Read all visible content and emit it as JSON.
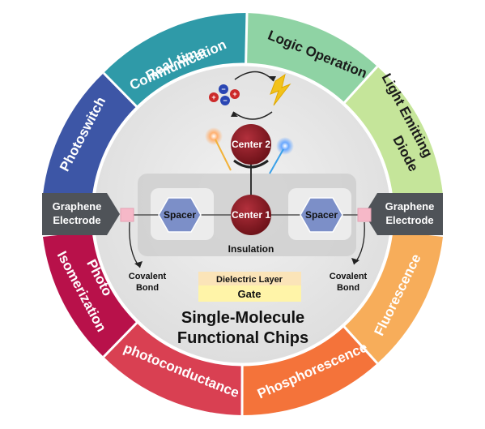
{
  "ring": {
    "top_left": "Real-time",
    "top_left_2": "Communication",
    "top_right": "Logic Operation",
    "right_top_1": "Light Emitting",
    "right_top_2": "Diode",
    "right_bottom": "Fluorescence",
    "bottom_right": "Phosphorescence",
    "bottom_left": "photoconductance",
    "left_bottom_1": "Photo",
    "left_bottom_2": "Isomerization",
    "left_top": "Photoswitch"
  },
  "electrodes": {
    "left_1": "Graphene",
    "left_2": "Electrode",
    "right_1": "Graphene",
    "right_2": "Electrode"
  },
  "center": {
    "center1": "Center 1",
    "center2": "Center 2",
    "spacer_left": "Spacer",
    "spacer_right": "Spacer",
    "insulation": "Insulation",
    "covalent_left_1": "Covalent",
    "covalent_left_2": "Bond",
    "covalent_right_1": "Covalent",
    "covalent_right_2": "Bond",
    "dielectric": "Dielectric Layer",
    "gate": "Gate",
    "title_1": "Single-Molecule",
    "title_2": "Functional Chips"
  },
  "colors": {
    "real_time": "#2f9aa8",
    "logic": "#8fd3a4",
    "led": "#c5e59a",
    "fluorescence": "#f7ad5a",
    "phosphorescence": "#f4733a",
    "photoconductance": "#d94052",
    "photo_isomerization": "#b8114a",
    "photoswitch": "#3d56a6",
    "center_node": "#8c1d28",
    "spacer": "#7c8fc8",
    "electrode": "#4f5358"
  }
}
